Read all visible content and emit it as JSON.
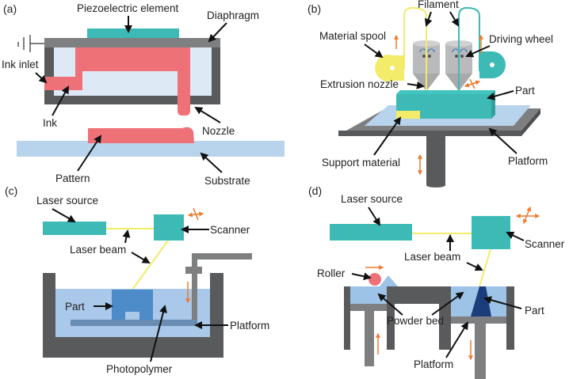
{
  "colors": {
    "teal": "#3dbab5",
    "pink": "#ee7178",
    "light_blue": "#dde9f5",
    "substrate_blue": "#b8d3ec",
    "dark_gray": "#595a5c",
    "mid_gray": "#7e7f81",
    "light_gray": "#b9babb",
    "yellow": "#f2ec6a",
    "orange": "#ee7a2e",
    "resin_blue": "#a9c8ea",
    "part_blue": "#4d8bc9",
    "navy": "#1b3d7a",
    "powder_blue": "#9dc3e6"
  },
  "panels": {
    "a": {
      "tag": "(a)",
      "labels": {
        "piezo": "Piezoelectric element",
        "diaphragm": "Diaphragm",
        "ink_inlet": "Ink inlet",
        "ink": "Ink",
        "nozzle": "Nozzle",
        "pattern": "Pattern",
        "substrate": "Substrate"
      }
    },
    "b": {
      "tag": "(b)",
      "labels": {
        "filament": "Filament",
        "material_spool": "Material spool",
        "driving_wheel": "Driving wheel",
        "extrusion_nozzle": "Extrusion nozzle",
        "part": "Part",
        "support_material": "Support material",
        "platform": "Platform"
      }
    },
    "c": {
      "tag": "(c)",
      "labels": {
        "laser_source": "Laser source",
        "scanner": "Scanner",
        "laser_beam": "Laser beam",
        "part": "Part",
        "platform": "Platform",
        "photopolymer": "Photopolymer"
      }
    },
    "d": {
      "tag": "(d)",
      "labels": {
        "laser_source": "Laser source",
        "scanner": "Scanner",
        "laser_beam": "Laser beam",
        "roller": "Roller",
        "powder_bed": "Powder bed",
        "part": "Part",
        "platform": "Platform"
      }
    }
  }
}
